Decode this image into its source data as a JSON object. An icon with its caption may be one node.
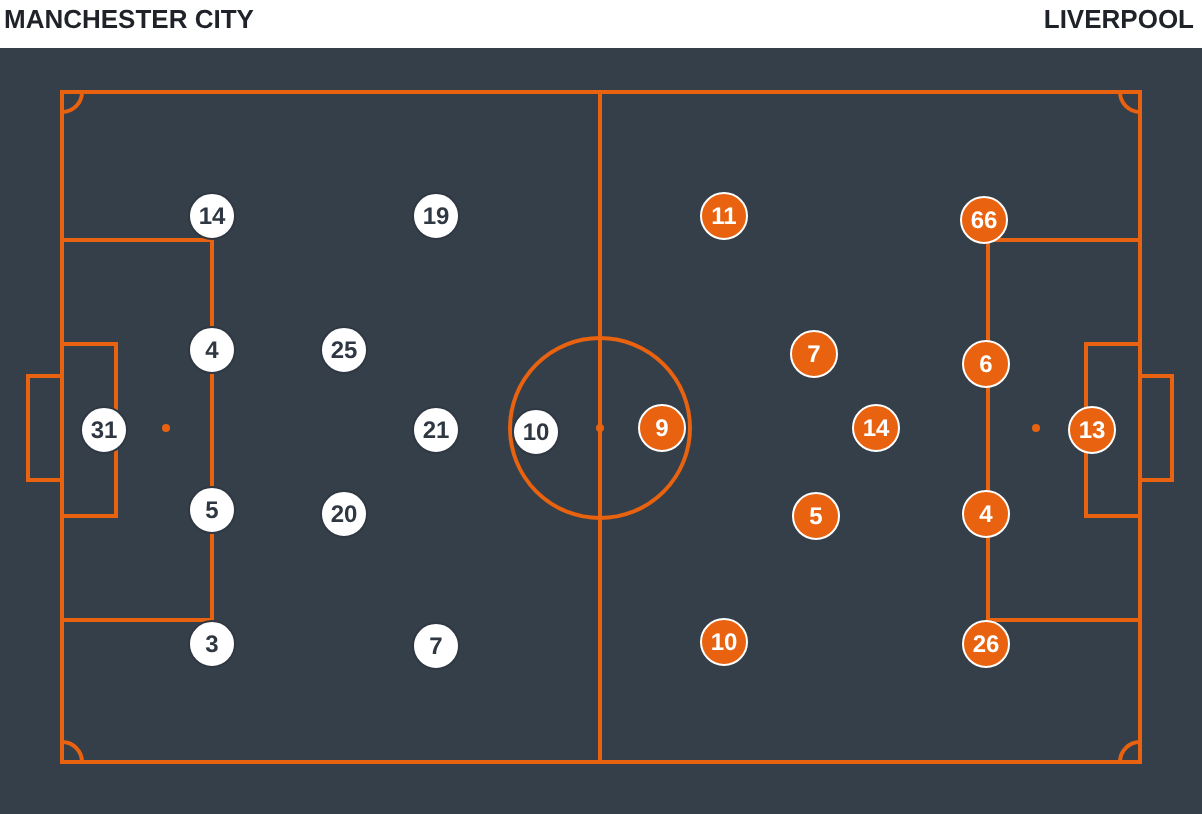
{
  "diagram": {
    "nodes": [
      {
        "text": [
          "14"
        ]
      },
      {
        "text": [
          "19"
        ]
      },
      {
        "text": [
          "4"
        ]
      },
      {
        "text": [
          "25"
        ]
      },
      {
        "text": [
          "31"
        ]
      },
      {
        "text": [
          "21"
        ]
      },
      {
        "text": [
          "10"
        ]
      },
      {
        "text": [
          "5"
        ]
      },
      {
        "text": [
          "20"
        ]
      },
      {
        "text": [
          "3"
        ]
      },
      {
        "text": [
          "7"
        ]
      },
      {
        "text": [
          "11"
        ]
      },
      {
        "text": [
          "66"
        ]
      },
      {
        "text": [
          "7"
        ]
      },
      {
        "text": [
          "6"
        ]
      },
      {
        "text": [
          "9"
        ]
      },
      {
        "text": [
          "14"
        ]
      },
      {
        "text": [
          "13"
        ]
      },
      {
        "text": [
          "5"
        ]
      },
      {
        "text": [
          "4"
        ]
      },
      {
        "text": [
          "10"
        ]
      },
      {
        "text": [
          "26"
        ]
      }
    ],
    "labels": [
      "MANCHESTER CITY",
      "LIVERPOOL"
    ]
  }
}
